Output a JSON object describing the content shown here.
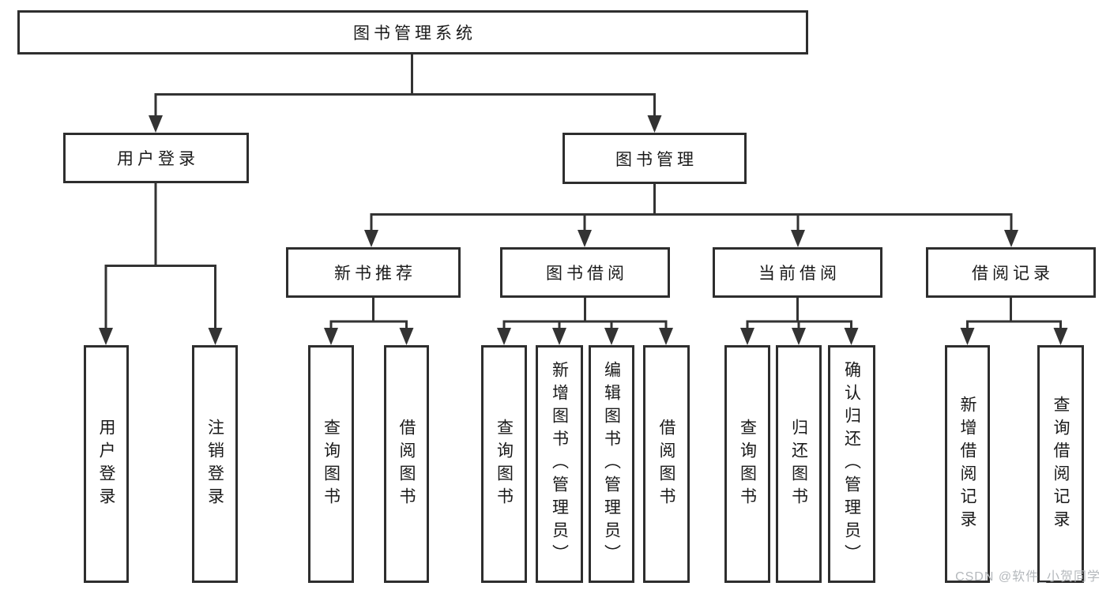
{
  "diagram": {
    "root": {
      "label": "图书管理系统"
    },
    "level2": [
      {
        "label": "用户登录"
      },
      {
        "label": "图书管理"
      }
    ],
    "level3": [
      {
        "label": "新书推荐"
      },
      {
        "label": "图书借阅"
      },
      {
        "label": "当前借阅"
      },
      {
        "label": "借阅记录"
      }
    ],
    "leaves": {
      "user_login": [
        "用户登录",
        "注销登录"
      ],
      "new_books": [
        "查询图书",
        "借阅图书"
      ],
      "book_borrow": [
        "查询图书",
        "新增图书（管理员）",
        "编辑图书（管理员）",
        "借阅图书"
      ],
      "current_borrow": [
        "查询图书",
        "归还图书",
        "确认归还（管理员）"
      ],
      "borrow_records": [
        "新增借阅记录",
        "查询借阅记录"
      ]
    }
  },
  "watermark": {
    "text": "CSDN @软件_小贺同学"
  },
  "colors": {
    "line": "#333333",
    "box_border": "#2e2e2e",
    "text": "#1a1a1a",
    "watermark": "#b4b8bc",
    "background": "#ffffff"
  }
}
